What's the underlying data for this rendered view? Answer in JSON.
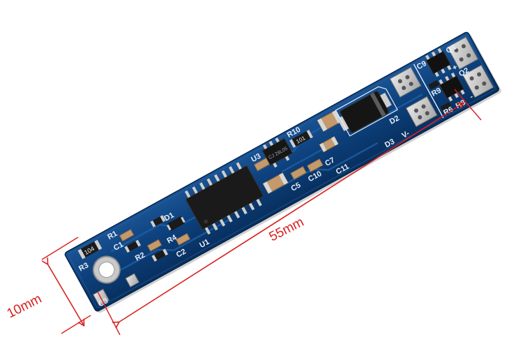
{
  "dimensions": {
    "length_label": "55mm",
    "width_label": "10mm",
    "line_color": "#d8201e"
  },
  "board": {
    "pcb_color": "#0c3f7a",
    "silkscreen": {
      "R1": "R1",
      "C1": "C1",
      "R2": "R2",
      "R3": "R3",
      "R4": "R4",
      "C2": "C2",
      "C3": "C3",
      "D1": "D1",
      "U1": "U1",
      "U3": "U3",
      "R10": "R10",
      "C5": "C5",
      "C10": "C10",
      "C7": "C7",
      "C11": "C11",
      "D2": "D2",
      "D3": "D3",
      "V_minus": "V-",
      "C9": "C9",
      "Q1": "Q1",
      "Q2": "Q2",
      "R9": "R9",
      "R8": "R8",
      "R6": "R6",
      "plus": "+",
      "minus": "-"
    },
    "marked_parts": {
      "resistor_r3": "104",
      "resistor_r10": "101",
      "regulator_u3": "CJ 28L05"
    }
  }
}
